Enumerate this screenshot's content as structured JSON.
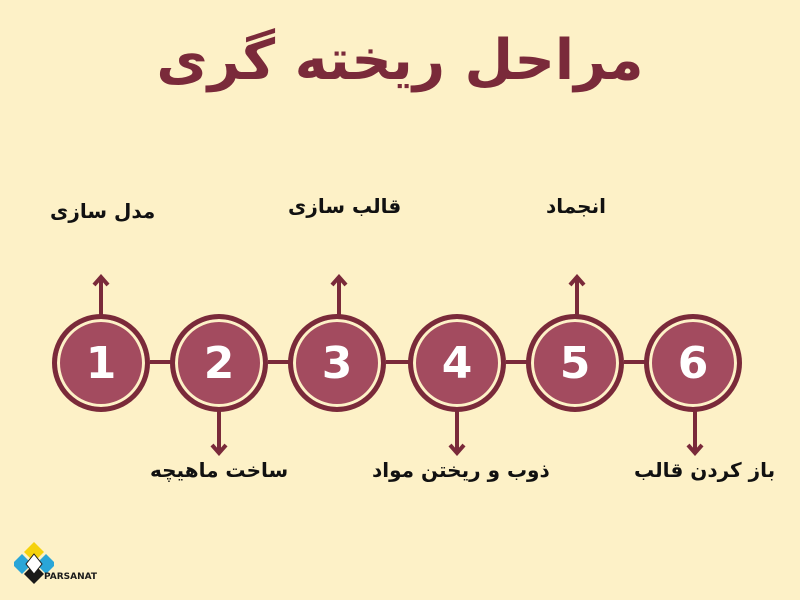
{
  "title": "مراحل ریخته گری",
  "steps": [
    {
      "number": "1",
      "label": "مدل سازی"
    },
    {
      "number": "2",
      "label": "ساخت ماهیچه"
    },
    {
      "number": "3",
      "label": "قالب سازی"
    },
    {
      "number": "4",
      "label": "ذوب و ریختن مواد"
    },
    {
      "number": "5",
      "label": "انجماد"
    },
    {
      "number": "6",
      "label": "باز کردن قالب"
    }
  ],
  "logo": {
    "text": "PARSANAT"
  },
  "colors": {
    "background": "#fdf1c7",
    "accent": "#7a2a3a",
    "circle": "#a34b5f"
  }
}
